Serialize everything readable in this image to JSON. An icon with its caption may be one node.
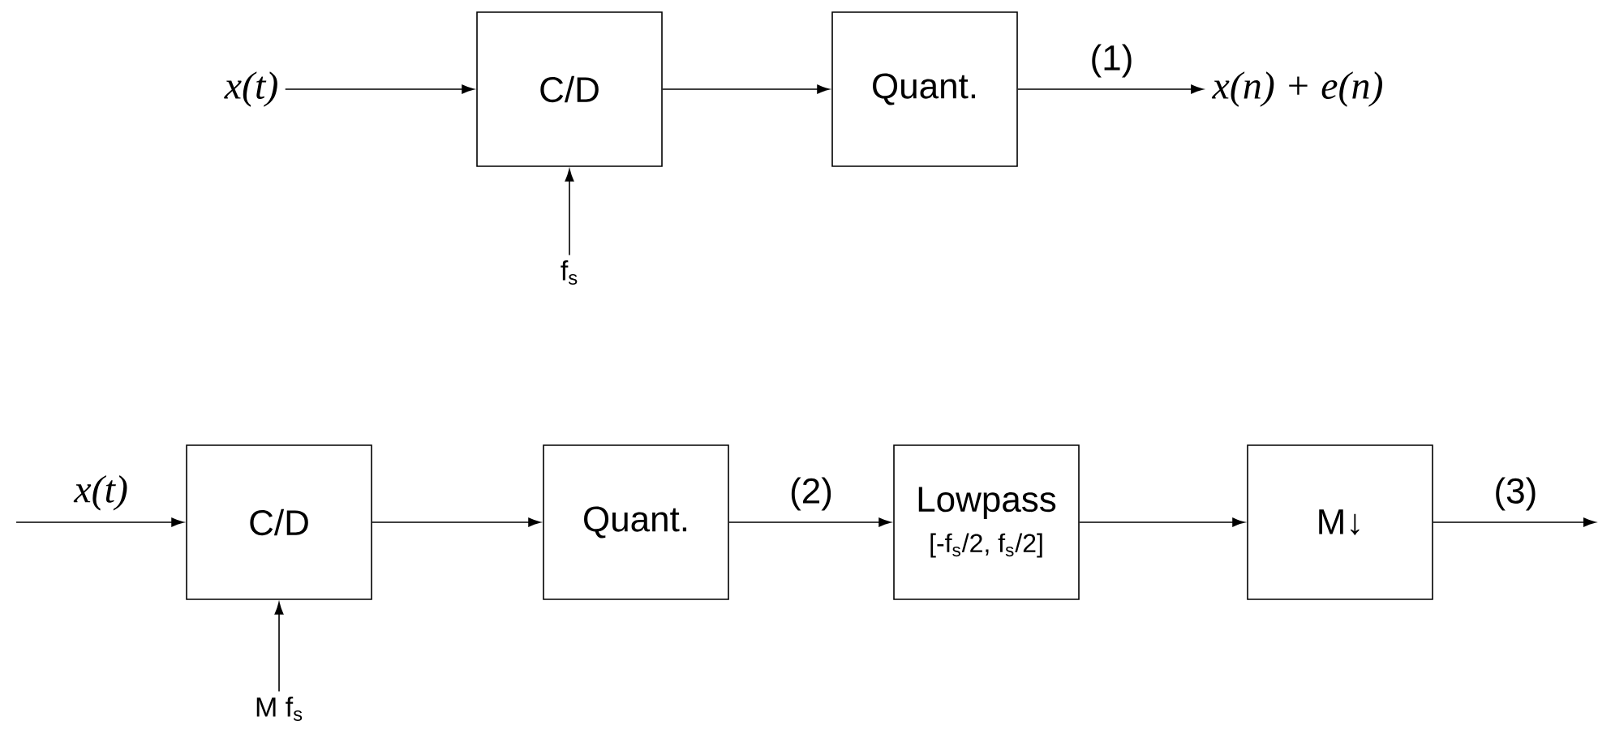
{
  "diagram": {
    "nodes": [
      {
        "text": [
          "x(t)"
        ]
      },
      {
        "text": [
          "C/D"
        ]
      },
      {
        "text": [
          "Quant."
        ]
      },
      {
        "text": [
          "x(n) + e(n)"
        ]
      },
      {
        "text": [
          "f$_{s}$"
        ]
      },
      {
        "text": [
          "C/D"
        ]
      },
      {
        "text": [
          "Quant."
        ]
      },
      {
        "text": [
          "Lowpass",
          "[-f$_{s}$/2, f$_{s}$/2]"
        ]
      },
      {
        "text": [
          "M↓"
        ]
      },
      {
        "text": [
          "M f$_{s}$"
        ]
      }
    ],
    "edges": [
      {
        "from": 0,
        "to": 1,
        "arrow": "to"
      },
      {
        "from": 1,
        "to": 2,
        "arrow": "to"
      },
      {
        "from": 2,
        "to": 3,
        "arrow": "to",
        "label": "(1)"
      },
      {
        "from": 4,
        "to": 1,
        "arrow": "to"
      },
      {
        "from": null,
        "to": 5,
        "arrow": "to",
        "label": "x(t)"
      },
      {
        "from": 5,
        "to": 6,
        "arrow": "to"
      },
      {
        "from": 6,
        "to": 7,
        "arrow": "to",
        "label": "(2)"
      },
      {
        "from": 7,
        "to": 8,
        "arrow": "to"
      },
      {
        "from": 8,
        "to": null,
        "arrow": "to",
        "label": "(3)"
      },
      {
        "from": 9,
        "to": 5,
        "arrow": "to"
      }
    ]
  }
}
